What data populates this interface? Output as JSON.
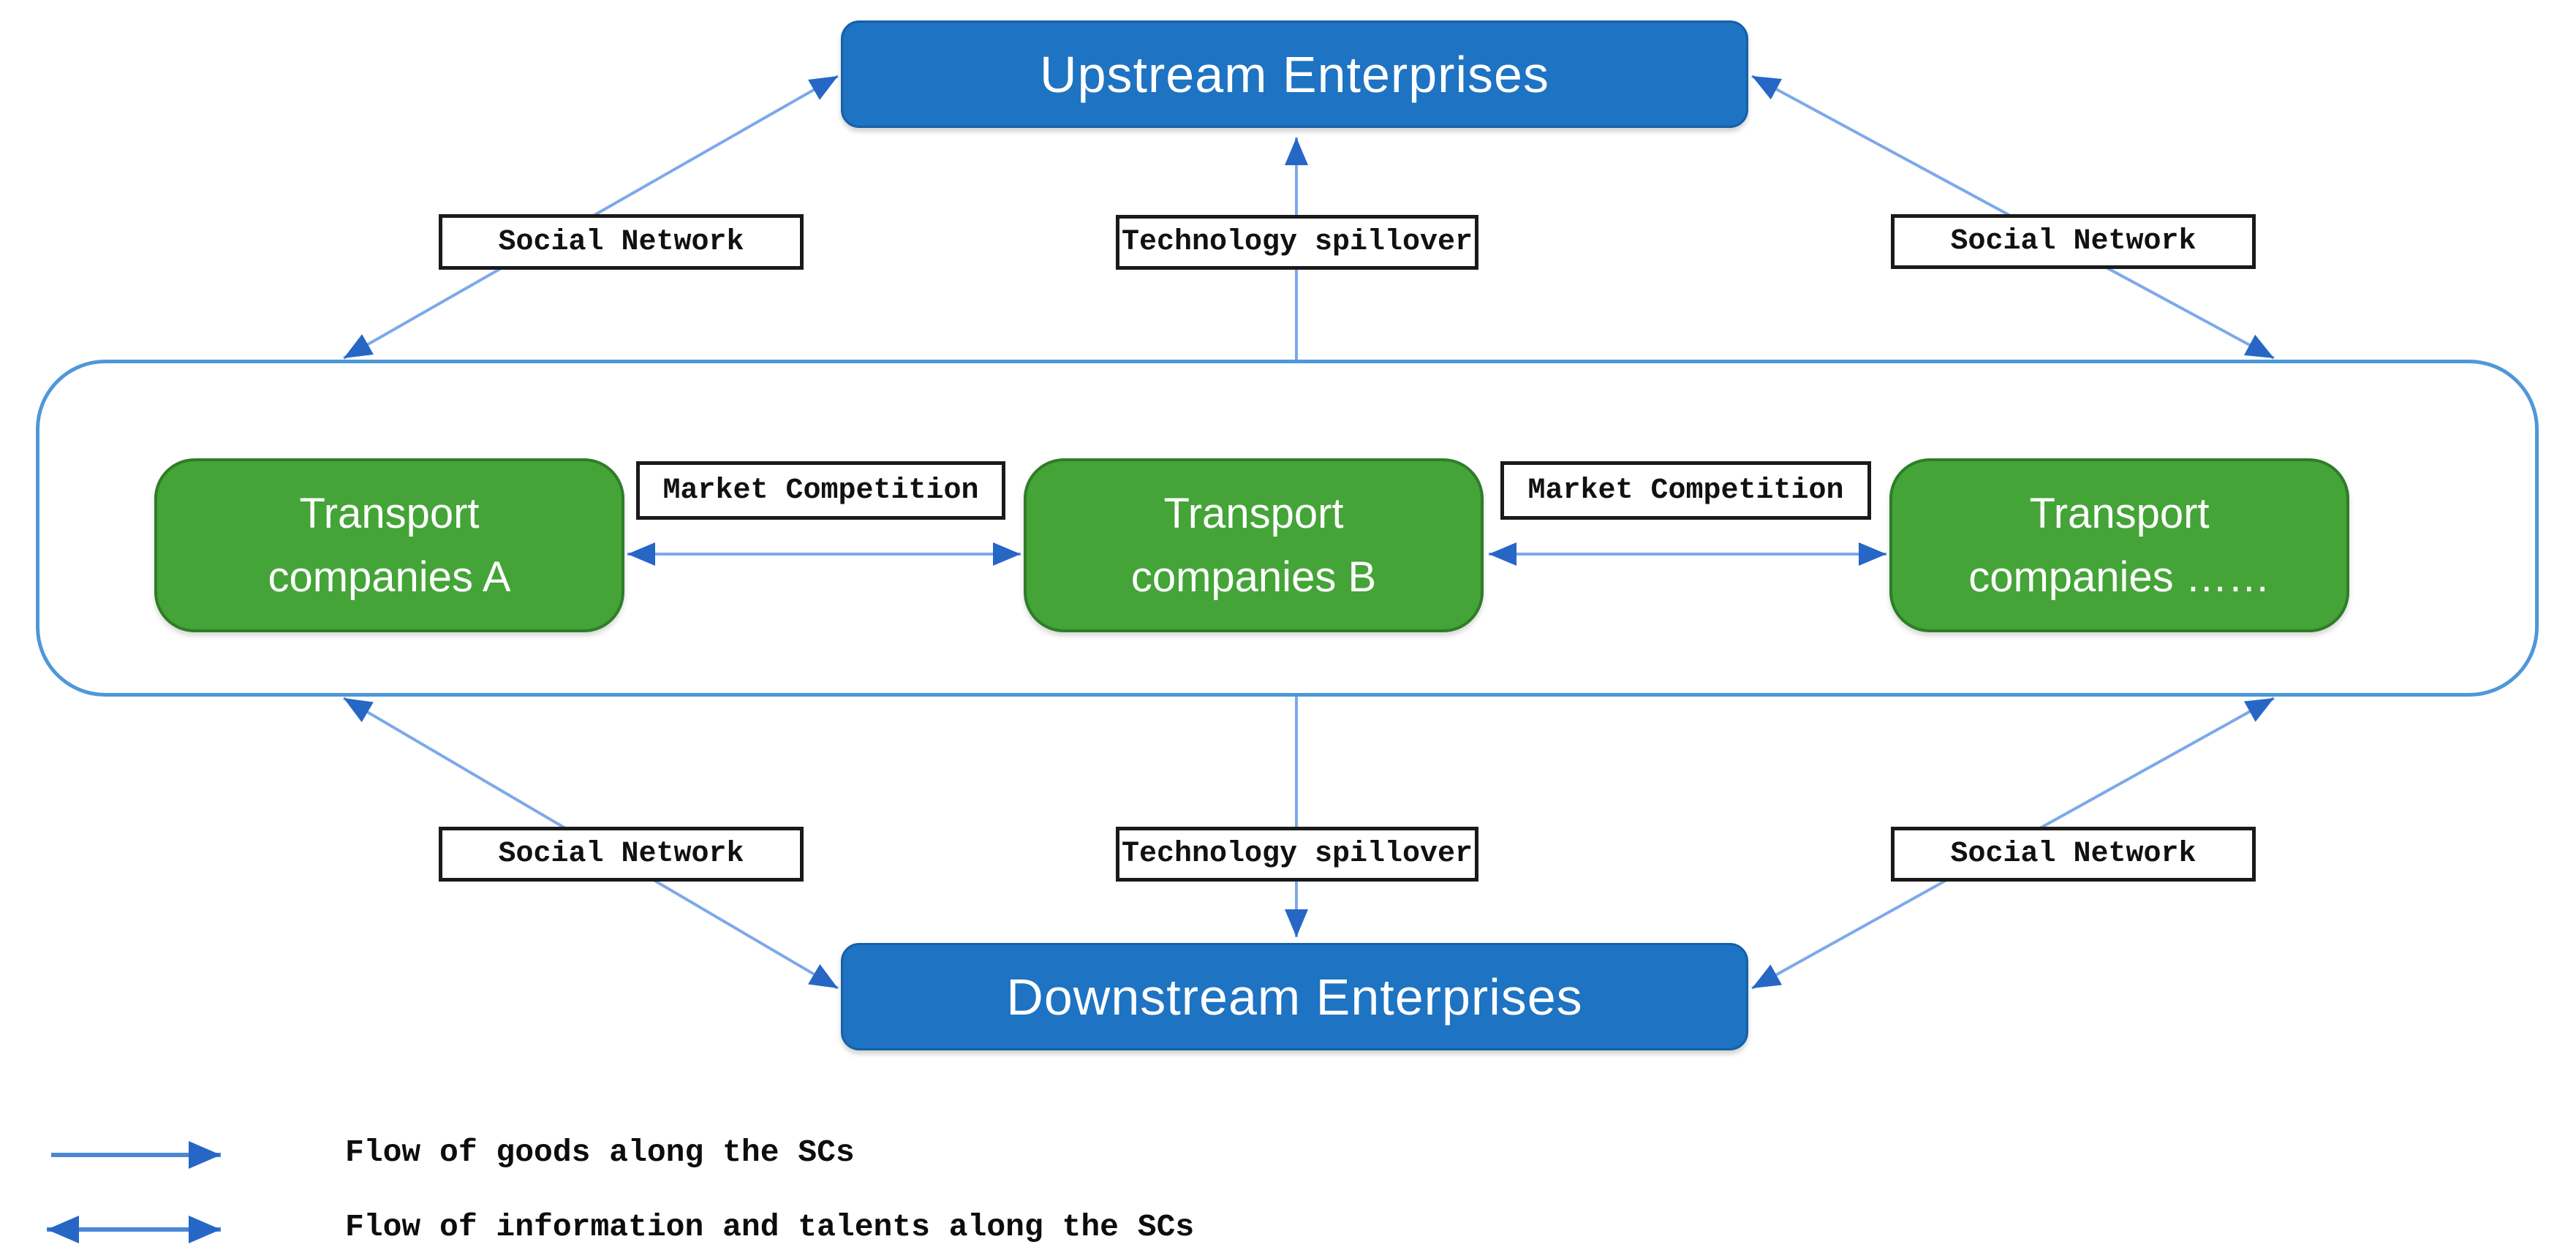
{
  "colors": {
    "enterprise_fill": "#1e73c3",
    "enterprise_border": "#1560a8",
    "company_fill": "#44a437",
    "company_border": "#2e7d28",
    "container_border": "#4e98d8",
    "line": "#7da9e8",
    "arrowhead": "#2667c6",
    "legend_line": "#4a87d6",
    "tag_border": "#1a1a1a",
    "tag_text": "#111111"
  },
  "nodes": {
    "upstream": "Upstream Enterprises",
    "downstream": "Downstream Enterprises",
    "companies": [
      {
        "line1": "Transport",
        "line2": "companies A"
      },
      {
        "line1": "Transport",
        "line2": "companies B"
      },
      {
        "line1": "Transport",
        "line2": "companies ……"
      }
    ]
  },
  "relation_labels": {
    "social_top_left": "Social Network",
    "technology_top": "Technology spillover",
    "social_top_right": "Social Network",
    "market_competition_left": "Market Competition",
    "market_competition_right": "Market Competition",
    "social_bottom_left": "Social Network",
    "technology_bottom": "Technology spillover",
    "social_bottom_right": "Social Network"
  },
  "legend": [
    {
      "arrow_type": "single-headed",
      "text": "Flow of goods along the SCs"
    },
    {
      "arrow_type": "double-headed",
      "text": "Flow of information and talents along the SCs"
    }
  ]
}
